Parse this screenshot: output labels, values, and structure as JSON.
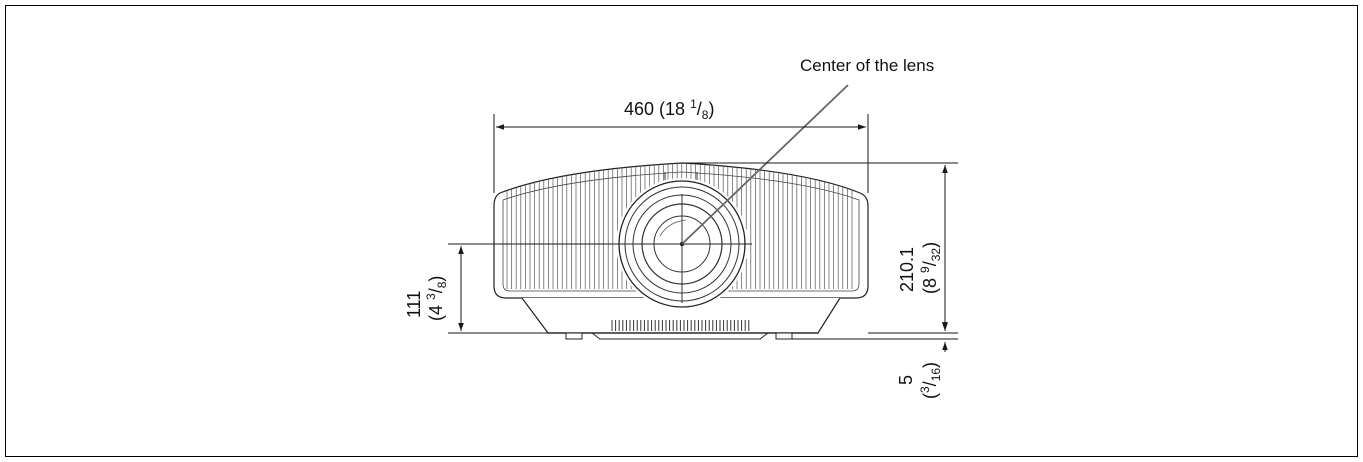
{
  "callout": {
    "lens_center": "Center of the lens"
  },
  "dimensions": {
    "width": {
      "main": "460 (18 ",
      "num": "1",
      "slash": "/",
      "den": "8",
      "close": ")"
    },
    "height": {
      "main": "210.1",
      "paren_open": "(8 ",
      "num": "9",
      "slash": "/",
      "den": "32",
      "close": ")"
    },
    "lens_height": {
      "main": "111",
      "paren_open": "(4 ",
      "num": "3",
      "slash": "/",
      "den": "8",
      "close": ")"
    },
    "foot": {
      "main": "5",
      "paren_open": "(",
      "num": "3",
      "slash": "/",
      "den": "16",
      "close": ")"
    }
  }
}
